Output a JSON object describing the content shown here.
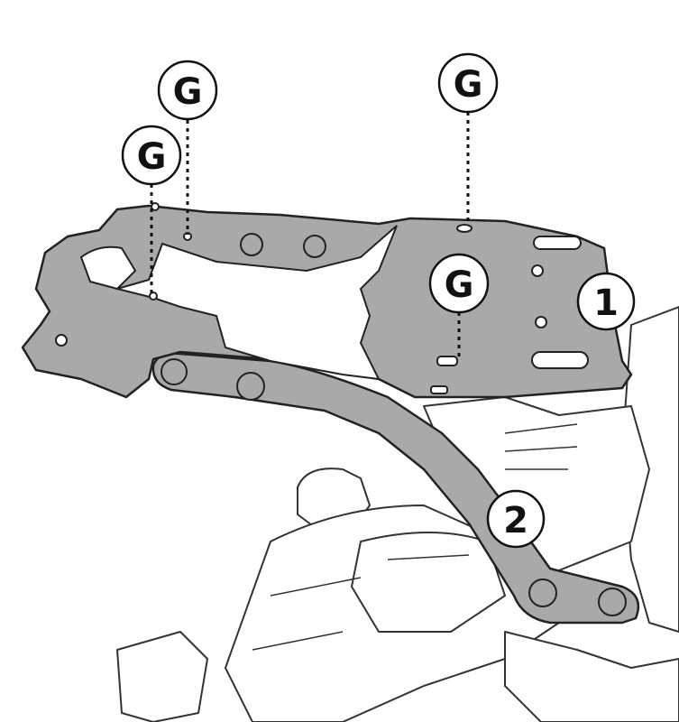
{
  "diagram": {
    "callouts": [
      {
        "id": "g-top-left",
        "label": "G"
      },
      {
        "id": "g-left",
        "label": "G"
      },
      {
        "id": "g-top-right",
        "label": "G"
      },
      {
        "id": "g-center",
        "label": "G"
      },
      {
        "id": "part-1",
        "label": "1"
      },
      {
        "id": "part-2",
        "label": "2"
      }
    ],
    "colors": {
      "part_fill": "#a9a9a9",
      "outline": "#222222",
      "background": "#ffffff"
    }
  }
}
